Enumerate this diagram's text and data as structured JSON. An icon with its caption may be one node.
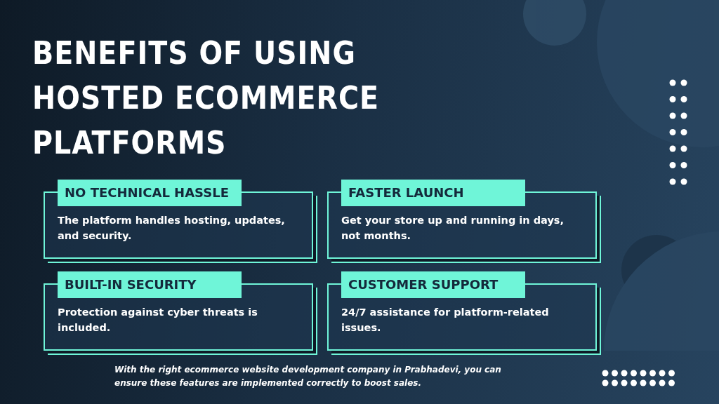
{
  "diagram": {
    "title": "BENEFITS OF USING HOSTED ECOMMERCE PLATFORMS",
    "caption": "With the right ecommerce website development company in Prabhadevi, you can ensure these features are implemented correctly to boost sales.",
    "nodes": [
      {
        "text": [
          "NO TECHNICAL HASSLE",
          "The platform handles hosting, updates, and security."
        ]
      },
      {
        "text": [
          "FASTER LAUNCH",
          "Get your store up and running in days, not months."
        ]
      },
      {
        "text": [
          "BUILT-IN SECURITY",
          "Protection against cyber threats is included."
        ]
      },
      {
        "text": [
          "CUSTOMER SUPPORT",
          "24/7 assistance for platform-related issues."
        ]
      }
    ],
    "edges": []
  }
}
